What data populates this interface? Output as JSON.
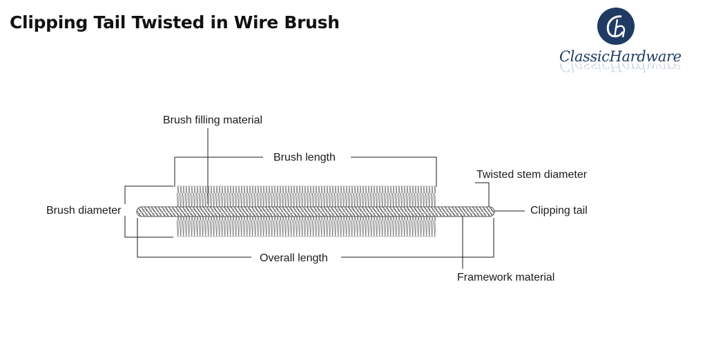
{
  "page": {
    "title": "Clipping Tail Twisted in Wire Brush"
  },
  "logo": {
    "text": "ClassicHardware",
    "icon": "ch-monogram-circle-icon",
    "color": "#1f3b63"
  },
  "labels": {
    "brush_filling_material": "Brush filling material",
    "brush_length": "Brush length",
    "twisted_stem_diameter": "Twisted stem diameter",
    "brush_diameter": "Brush diameter",
    "clipping_tail": "Clipping tail",
    "overall_length": "Overall length",
    "framework_material": "Framework material"
  },
  "colors": {
    "line": "#1a1a1a",
    "bristle": "#6e6e6e",
    "stem": "#8a8a8a"
  }
}
